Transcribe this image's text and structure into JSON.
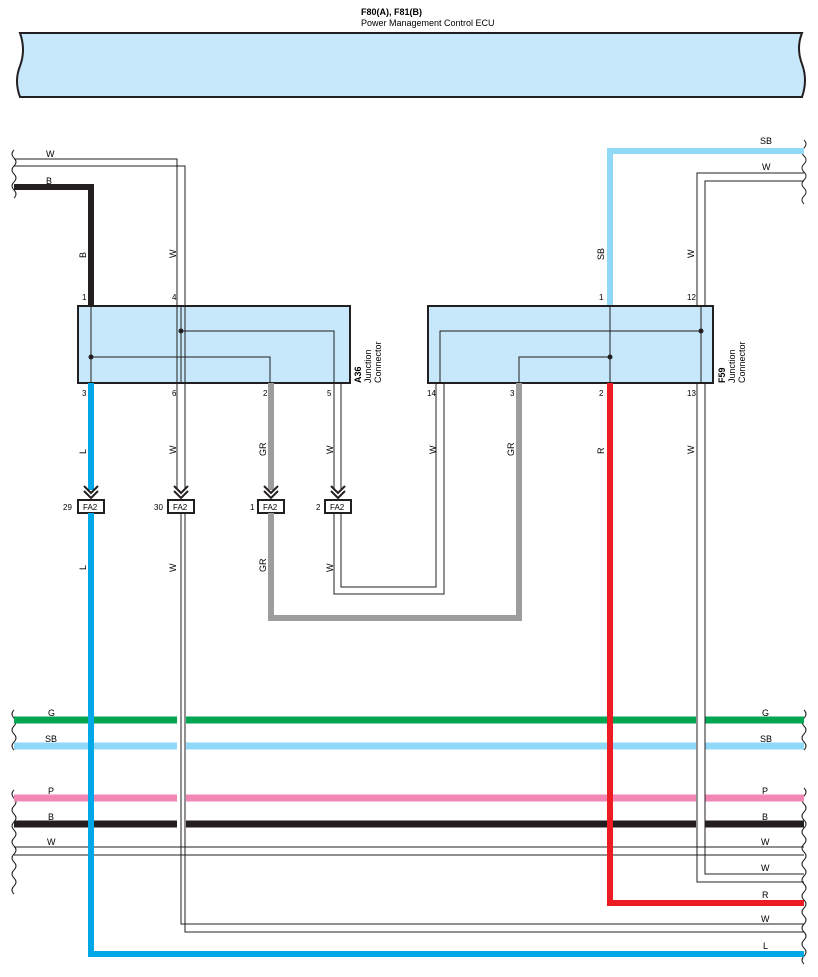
{
  "header": {
    "ecu_code": "F80(A), F81(B)",
    "ecu_name": "Power Management Control ECU"
  },
  "junctions": [
    {
      "code": "A36",
      "name_line1": "Junction",
      "name_line2": "Connector",
      "pins_top": [
        "1",
        "4"
      ],
      "pins_bottom": [
        "3",
        "6",
        "2",
        "5"
      ]
    },
    {
      "code": "F59",
      "name_line1": "Junction",
      "name_line2": "Connector",
      "pins_top": [
        "1",
        "12"
      ],
      "pins_bottom": [
        "14",
        "3",
        "2",
        "13"
      ]
    }
  ],
  "connectors": [
    {
      "pin": "29",
      "code": "FA2"
    },
    {
      "pin": "30",
      "code": "FA2"
    },
    {
      "pin": "1",
      "code": "FA2"
    },
    {
      "pin": "2",
      "code": "FA2"
    }
  ],
  "wire_labels": {
    "left_w_top": "W",
    "left_b_top": "B",
    "a36_in_b": "B",
    "a36_in_w": "W",
    "f59_in_sb": "SB",
    "f59_in_w": "W",
    "right_sb_top": "SB",
    "right_w_top": "W",
    "a36_out_l": "L",
    "a36_out_w": "W",
    "a36_out_gr": "GR",
    "a36_out_w2": "W",
    "f59_out_w": "W",
    "f59_out_gr": "GR",
    "f59_out_r": "R",
    "f59_out_w2": "W",
    "fa2_out_l": "L",
    "fa2_out_w": "W",
    "fa2_out_gr": "GR",
    "fa2_out_w2": "W"
  },
  "bus_left": [
    "G",
    "SB",
    "P",
    "B",
    "W"
  ],
  "bus_right": [
    "G",
    "SB",
    "P",
    "B",
    "W",
    "W",
    "R",
    "W",
    "L"
  ],
  "colors": {
    "ecu_fill": "#c6e8fa",
    "black": "#231f20",
    "blue_l": "#00a8e8",
    "sky_sb": "#8fd8f8",
    "green_g": "#00a651",
    "pink_p": "#f287b6",
    "gray_gr": "#9d9d9d",
    "red_r": "#ed1c24"
  }
}
